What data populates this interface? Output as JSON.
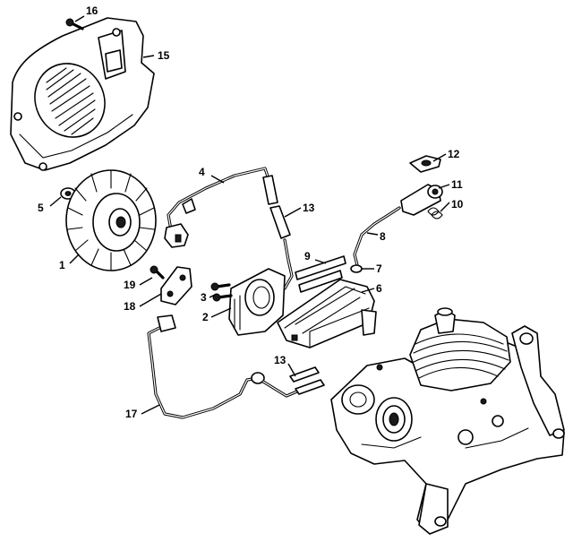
{
  "callouts": [
    {
      "label": "16"
    },
    {
      "label": "15"
    },
    {
      "label": "4"
    },
    {
      "label": "5"
    },
    {
      "label": "13"
    },
    {
      "label": "12"
    },
    {
      "label": "11"
    },
    {
      "label": "10"
    },
    {
      "label": "8"
    },
    {
      "label": "1"
    },
    {
      "label": "9"
    },
    {
      "label": "7"
    },
    {
      "label": "19"
    },
    {
      "label": "3"
    },
    {
      "label": "6"
    },
    {
      "label": "18"
    },
    {
      "label": "2"
    },
    {
      "label": "13"
    },
    {
      "label": "17"
    }
  ]
}
